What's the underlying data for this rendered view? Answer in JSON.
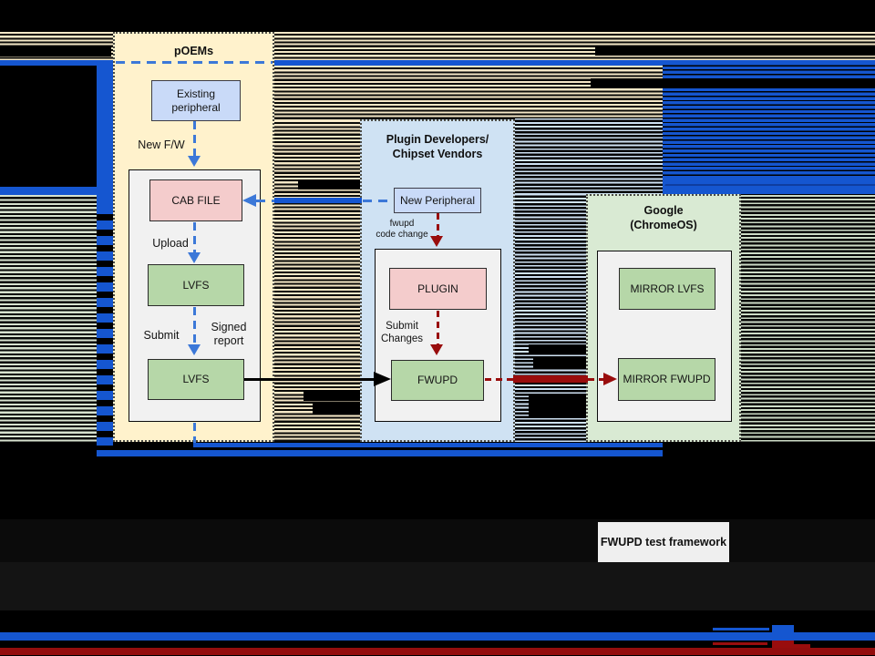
{
  "diagram": {
    "poems": {
      "title": "pOEMs",
      "existing_line1": "Existing",
      "existing_line2": "peripheral",
      "cab_file": "CAB FILE",
      "lvfs_upper": "LVFS",
      "lvfs_lower": "LVFS",
      "label_new_fw": "New F/W",
      "label_upload": "Upload",
      "label_submit": "Submit",
      "label_signed_line1": "Signed",
      "label_signed_line2": "report"
    },
    "plugin_devs": {
      "title_line1": "Plugin Developers/",
      "title_line2": "Chipset Vendors",
      "new_peripheral": "New Peripheral",
      "plugin": "PLUGIN",
      "fwupd": "FWUPD",
      "label_code_line1": "fwupd",
      "label_code_line2": "code change",
      "label_submit_line1": "Submit",
      "label_submit_line2": "Changes"
    },
    "google": {
      "title_line1": "Google",
      "title_line2": "(ChromeOS)",
      "mirror_lvfs": "MIRROR LVFS",
      "mirror_fwupd": "MIRROR FWUPD"
    },
    "test_framework_label": "FWUPD test framework"
  },
  "colors": {
    "poems_panel": "#fff2cc",
    "plugin_panel": "#cfe2f3",
    "google_panel": "#d9ead3",
    "blue_box": "#c9daf8",
    "pink_box": "#f4cccc",
    "green_box": "#b6d7a8",
    "inner_box": "#f1f1f1",
    "arrow_blue": "#3c78d8",
    "arrow_red": "#990d0d",
    "glitch_blue": "#1556d0",
    "glitch_red": "#990d0d",
    "glitch_tan": "#f4e7c6",
    "glitch_green": "#d7e2cf",
    "glitch_lightblue": "#cfe2f3"
  }
}
